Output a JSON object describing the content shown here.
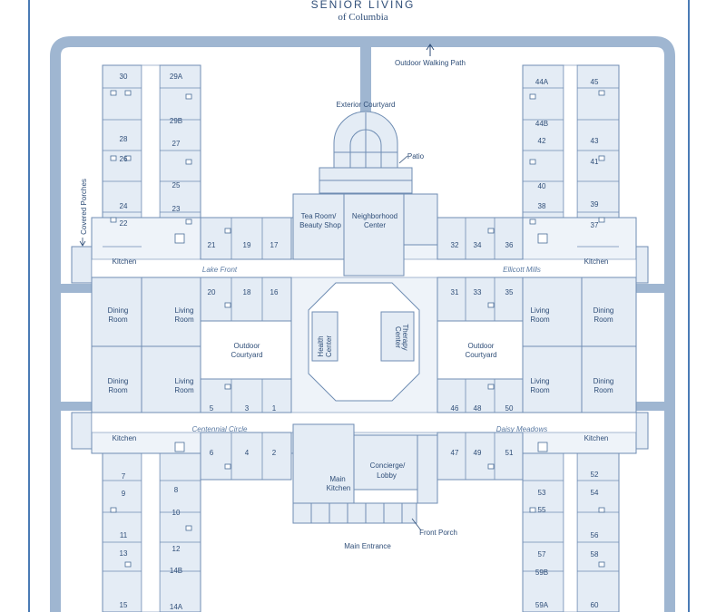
{
  "brand": {
    "line1": "SENIOR LIVING",
    "line2": "of Columbia"
  },
  "labels": {
    "walking_path": "Outdoor Walking Path",
    "ext_courtyard": "Exterior Courtyard",
    "patio": "Patio",
    "covered_porches": "Covered Porches",
    "tea_room_1": "Tea Room/",
    "tea_room_2": "Beauty Shop",
    "neighborhood_1": "Neighborhood",
    "neighborhood_2": "Center",
    "lake_front": "Lake Front",
    "ellicott_mills": "Ellicott Mills",
    "centennial_circle": "Centennial Circle",
    "daisy_meadows": "Daisy Meadows",
    "kitchen": "Kitchen",
    "dining": "Dining",
    "living": "Living",
    "room": "Room",
    "outdoor": "Outdoor",
    "courtyard": "Courtyard",
    "health_1": "Health",
    "health_2": "Center",
    "therapy_1": "Therapy",
    "therapy_2": "Center",
    "main_1": "Main",
    "main_2": "Kitchen",
    "concierge_1": "Concierge/",
    "concierge_2": "Lobby",
    "front_porch": "Front Porch",
    "main_entrance": "Main Entrance"
  },
  "rooms": {
    "left_outer": [
      "30",
      "28",
      "26",
      "24",
      "22",
      "7",
      "9",
      "11",
      "13",
      "15"
    ],
    "left_inner": [
      "29A",
      "29B",
      "27",
      "25",
      "23",
      "8",
      "10",
      "12",
      "14B",
      "14A"
    ],
    "right_inner": [
      "44A",
      "44B",
      "42",
      "40",
      "38",
      "53",
      "55",
      "57",
      "59B",
      "59A"
    ],
    "right_outer": [
      "45",
      "43",
      "41",
      "39",
      "37",
      "52",
      "54",
      "56",
      "58",
      "60"
    ],
    "row_a": [
      "21",
      "19",
      "17",
      "32",
      "34",
      "36"
    ],
    "row_b": [
      "20",
      "18",
      "16",
      "31",
      "33",
      "35"
    ],
    "row_c": [
      "5",
      "3",
      "1",
      "46",
      "48",
      "50"
    ],
    "row_d": [
      "6",
      "4",
      "2",
      "47",
      "49",
      "51"
    ]
  },
  "colors": {
    "path": "#9fb6d1",
    "wall": "#6f8db3",
    "fill": "#e4ecf5",
    "text": "#2f4e78"
  }
}
